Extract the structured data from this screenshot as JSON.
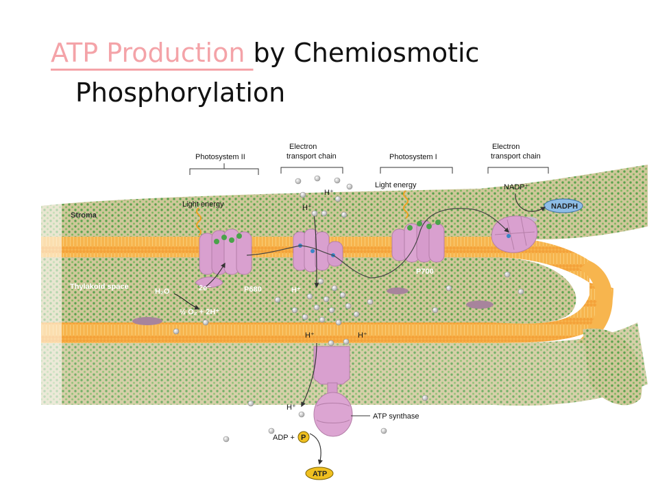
{
  "title": {
    "link_text": "ATP Production ",
    "rest_line1": "by Chemiosmotic",
    "line2": "Phosphorylation"
  },
  "diagram": {
    "brackets": {
      "photosystem_ii": "Photosystem II",
      "etc1_line1": "Electron",
      "etc1_line2": "transport chain",
      "photosystem_i": "Photosystem I",
      "etc2_line1": "Electron",
      "etc2_line2": "transport chain"
    },
    "regions": {
      "stroma": "Stroma",
      "thylakoid_space": "Thylakoid space"
    },
    "labels": {
      "light_energy_1": "Light energy",
      "light_energy_2": "Light energy",
      "h_plus": "H⁺",
      "h2o": "H₂O",
      "two_e": "2e⁻",
      "oxygen": "½ O₂ + 2H⁺",
      "p680": "P680",
      "p700": "P700",
      "nadp_plus": "NADP⁺",
      "nadph": "NADPH",
      "atp_synthase": "ATP synthase",
      "adp": "ADP +",
      "phosphate": "P",
      "atp": "ATP"
    },
    "colors": {
      "membrane": "#f7b54e",
      "protein": "#d9a0cf",
      "stroma_green": "#5aa24d",
      "nadph_fill": "#8ebde6",
      "atp_fill": "#f0c020"
    }
  }
}
